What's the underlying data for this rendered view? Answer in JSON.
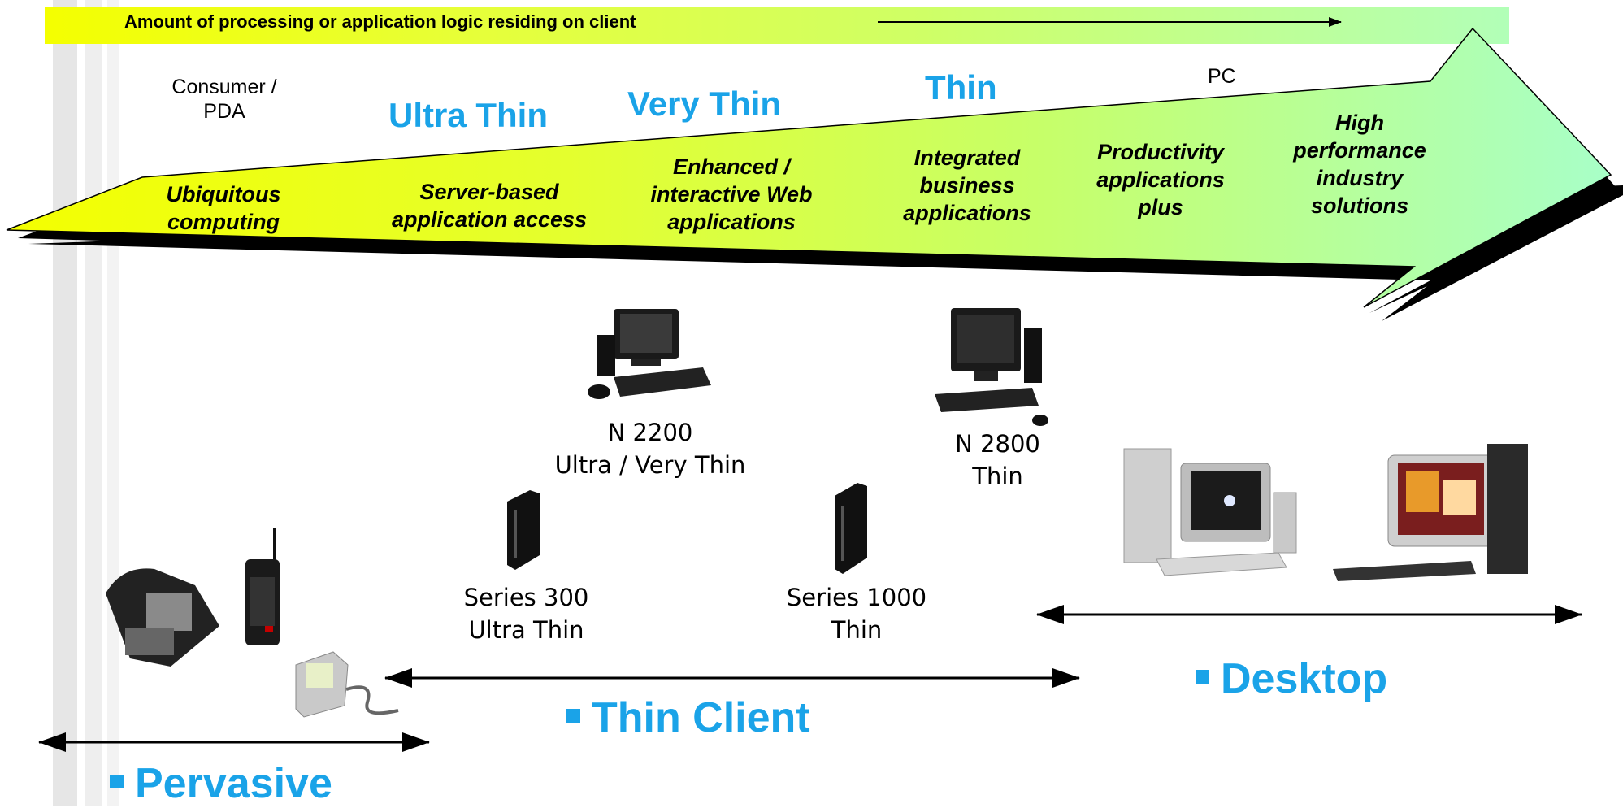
{
  "banner": {
    "text": "Amount of processing or application logic residing on client"
  },
  "tiers": {
    "consumer": "Consumer /\nPDA",
    "ultra_thin": "Ultra Thin",
    "very_thin": "Very Thin",
    "thin": "Thin",
    "pc": "PC"
  },
  "segments": [
    "Ubiquitous\ncomputing",
    "Server-based\napplication access",
    "Enhanced /\ninteractive Web\napplications",
    "Integrated\nbusiness\napplications",
    "Productivity\napplications\nplus",
    "High\nperformance\nindustry\nsolutions"
  ],
  "devices": {
    "n2200": "N 2200\nUltra / Very Thin",
    "n2800": "N 2800\nThin",
    "series300": "Series 300\nUltra Thin",
    "series1000": "Series 1000\nThin"
  },
  "sections": {
    "pervasive": "Pervasive",
    "thin_client": "Thin Client",
    "desktop": "Desktop"
  },
  "colors": {
    "accent_blue": "#1aa3e8",
    "arrow_yellow": "#f4ff00",
    "arrow_green": "#a8ffc8"
  }
}
